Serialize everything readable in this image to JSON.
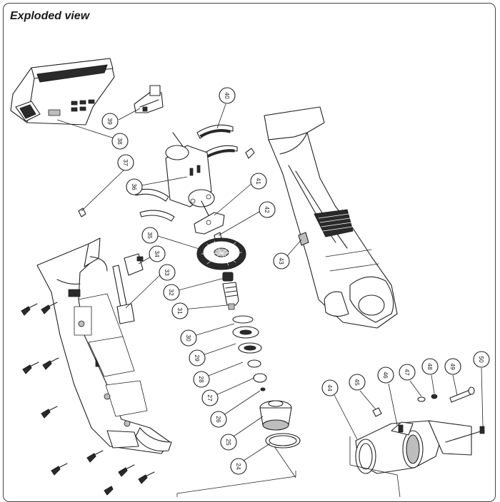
{
  "title": "Exploded view",
  "callouts": [
    {
      "id": "c1",
      "label": "39",
      "rot": 90
    },
    {
      "id": "c2",
      "label": "38",
      "rot": 90
    },
    {
      "id": "c3",
      "label": "40",
      "rot": 90
    },
    {
      "id": "c4",
      "label": "37",
      "rot": 90
    },
    {
      "id": "c5",
      "label": "36",
      "rot": 90
    },
    {
      "id": "c6",
      "label": "41",
      "rot": 90
    },
    {
      "id": "c7",
      "label": "42",
      "rot": 90
    },
    {
      "id": "c8",
      "label": "35",
      "rot": 90
    },
    {
      "id": "c9",
      "label": "34",
      "rot": 90
    },
    {
      "id": "c10",
      "label": "33",
      "rot": 90
    },
    {
      "id": "c11",
      "label": "43",
      "rot": 90
    },
    {
      "id": "c12",
      "label": "32",
      "rot": 90
    },
    {
      "id": "c13",
      "label": "31",
      "rot": 90
    },
    {
      "id": "c14",
      "label": "30",
      "rot": 90
    },
    {
      "id": "c15",
      "label": "29",
      "rot": 90
    },
    {
      "id": "c16",
      "label": "28",
      "rot": 90
    },
    {
      "id": "c17",
      "label": "27",
      "rot": 90
    },
    {
      "id": "c18",
      "label": "26",
      "rot": 90
    },
    {
      "id": "c19",
      "label": "25",
      "rot": 90
    },
    {
      "id": "c20",
      "label": "24",
      "rot": 90
    },
    {
      "id": "c21",
      "label": "44",
      "rot": 90
    },
    {
      "id": "c22",
      "label": "45",
      "rot": 90
    },
    {
      "id": "c23",
      "label": "46",
      "rot": 90
    },
    {
      "id": "c24",
      "label": "47",
      "rot": 90
    },
    {
      "id": "c25",
      "label": "48",
      "rot": 90
    },
    {
      "id": "c26",
      "label": "49",
      "rot": 90
    },
    {
      "id": "c27",
      "label": "50",
      "rot": 90
    }
  ]
}
